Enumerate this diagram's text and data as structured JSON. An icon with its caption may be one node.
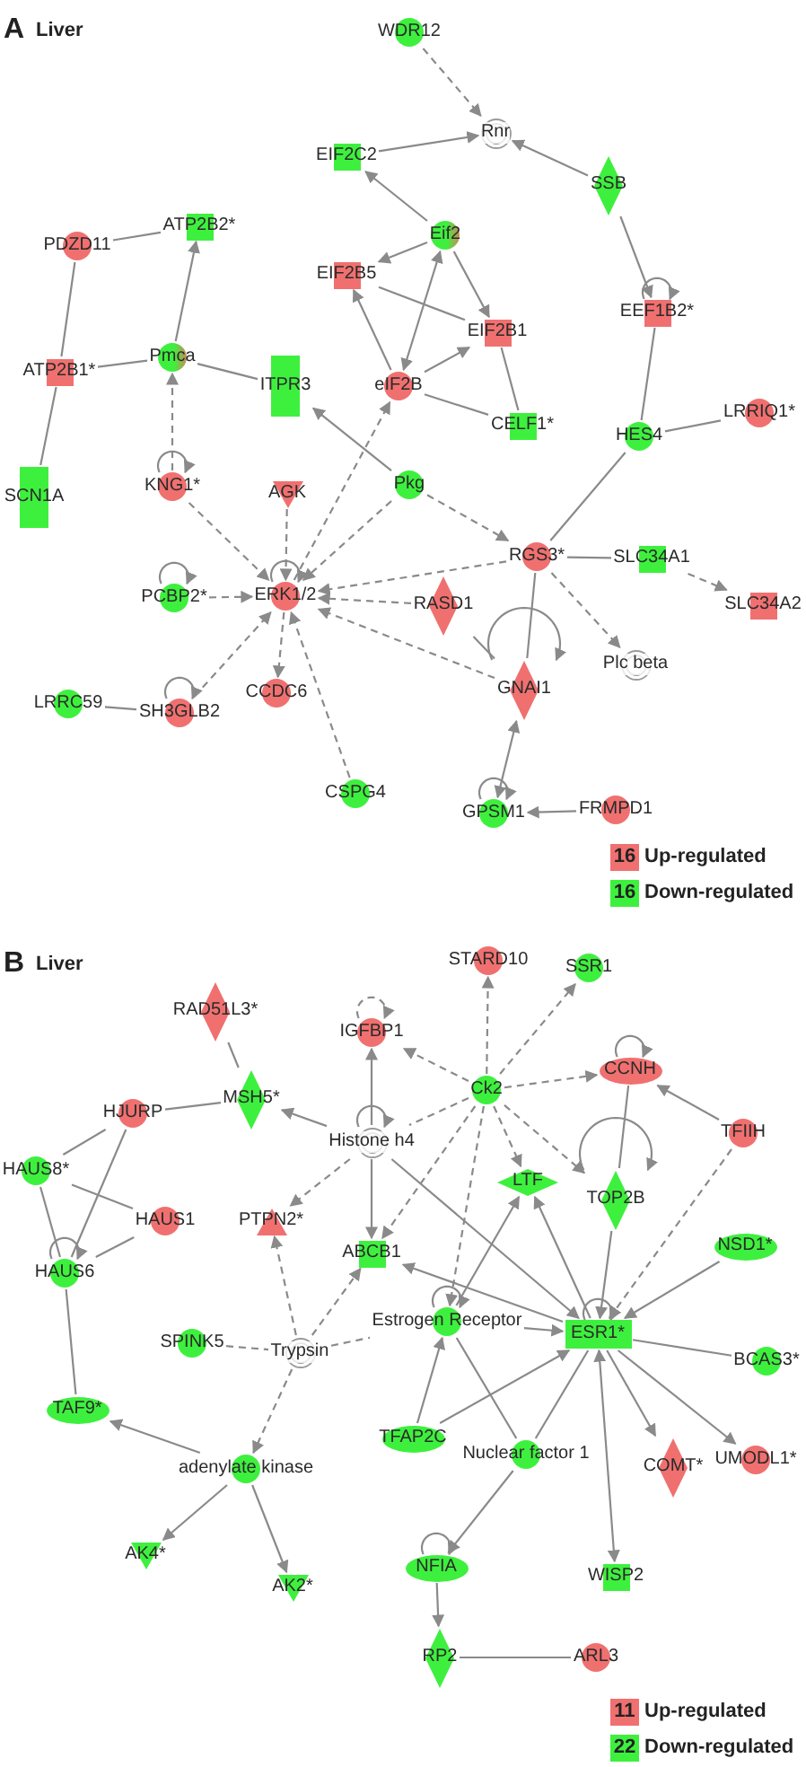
{
  "diagram": {
    "nodes": [
      {
        "text": [
          "WDR12"
        ]
      },
      {
        "text": [
          "Rnr"
        ]
      },
      {
        "text": [
          "EIF2C2"
        ]
      },
      {
        "text": [
          "SSB"
        ]
      },
      {
        "text": [
          "ATP2B2*"
        ]
      },
      {
        "text": [
          "Eif2"
        ]
      },
      {
        "text": [
          "PDZD11"
        ]
      },
      {
        "text": [
          "EIF2B5"
        ]
      },
      {
        "text": [
          "EEF1B2*"
        ]
      },
      {
        "text": [
          "EIF2B1"
        ]
      },
      {
        "text": [
          "Pmca"
        ]
      },
      {
        "text": [
          "ATP2B1*"
        ]
      },
      {
        "text": [
          "eIF2B"
        ]
      },
      {
        "text": [
          "ITPR3"
        ]
      },
      {
        "text": [
          "LRRIQ1*"
        ]
      },
      {
        "text": [
          "CELF1*"
        ]
      },
      {
        "text": [
          "HES4"
        ]
      },
      {
        "text": [
          "Pkg"
        ]
      },
      {
        "text": [
          "KNG1*"
        ]
      },
      {
        "text": [
          "AGK"
        ]
      },
      {
        "text": [
          "SCN1A"
        ]
      },
      {
        "text": [
          "RGS3*"
        ]
      },
      {
        "text": [
          "SLC34A1"
        ]
      },
      {
        "text": [
          "PCBP2*"
        ]
      },
      {
        "text": [
          "ERK1/2"
        ]
      },
      {
        "text": [
          "RASD1"
        ]
      },
      {
        "text": [
          "SLC34A2"
        ]
      },
      {
        "text": [
          "Plc beta"
        ]
      },
      {
        "text": [
          "GNAI1"
        ]
      },
      {
        "text": [
          "CCDC6"
        ]
      },
      {
        "text": [
          "LRRC59"
        ]
      },
      {
        "text": [
          "SH3GLB2"
        ]
      },
      {
        "text": [
          "CSPG4"
        ]
      },
      {
        "text": [
          "FRMPD1"
        ]
      },
      {
        "text": [
          "GPSM1"
        ]
      },
      {
        "text": [
          "STARD10"
        ]
      },
      {
        "text": [
          "SSR1"
        ]
      },
      {
        "text": [
          "RAD51L3*"
        ]
      },
      {
        "text": [
          "IGFBP1"
        ]
      },
      {
        "text": [
          "CCNH"
        ]
      },
      {
        "text": [
          "Ck2"
        ]
      },
      {
        "text": [
          "MSH5*"
        ]
      },
      {
        "text": [
          "HJURP"
        ]
      },
      {
        "text": [
          "TFIIH"
        ]
      },
      {
        "text": [
          "Histone h4"
        ]
      },
      {
        "text": [
          "HAUS8*"
        ]
      },
      {
        "text": [
          "LTF"
        ]
      },
      {
        "text": [
          "TOP2B"
        ]
      },
      {
        "text": [
          "HAUS1"
        ]
      },
      {
        "text": [
          "PTPN2*"
        ]
      },
      {
        "text": [
          "NSD1*"
        ]
      },
      {
        "text": [
          "ABCB1"
        ]
      },
      {
        "text": [
          "HAUS6"
        ]
      },
      {
        "text": [
          "Estrogen Receptor"
        ]
      },
      {
        "text": [
          "ESR1*"
        ]
      },
      {
        "text": [
          "SPINK5"
        ]
      },
      {
        "text": [
          "Trypsin"
        ]
      },
      {
        "text": [
          "BCAS3*"
        ]
      },
      {
        "text": [
          "TAF9*"
        ]
      },
      {
        "text": [
          "TFAP2C"
        ]
      },
      {
        "text": [
          "Nuclear factor 1"
        ]
      },
      {
        "text": [
          "UMODL1*"
        ]
      },
      {
        "text": [
          "COMT*"
        ]
      },
      {
        "text": [
          "adenylate kinase"
        ]
      },
      {
        "text": [
          "AK4*"
        ]
      },
      {
        "text": [
          "NFIA"
        ]
      },
      {
        "text": [
          "WISP2"
        ]
      },
      {
        "text": [
          "AK2*"
        ]
      },
      {
        "text": [
          "RP2"
        ]
      },
      {
        "text": [
          "ARL3"
        ]
      }
    ],
    "edges": [
      {
        "from": 0,
        "to": 1,
        "arrow": "to",
        "style": "dashed"
      },
      {
        "from": 2,
        "to": 1,
        "arrow": "to"
      },
      {
        "from": 3,
        "to": 1,
        "arrow": "to"
      },
      {
        "from": 3,
        "to": 8,
        "arrow": "to"
      },
      {
        "from": 8,
        "to": 8,
        "arrow": "to"
      },
      {
        "from": 8,
        "to": 16,
        "arrow": "none"
      },
      {
        "from": 16,
        "to": 14,
        "arrow": "none"
      },
      {
        "from": 16,
        "to": 21,
        "arrow": "none"
      },
      {
        "from": 5,
        "to": 2,
        "arrow": "to"
      },
      {
        "from": 5,
        "to": 7,
        "arrow": "to"
      },
      {
        "from": 7,
        "to": 9,
        "arrow": "none"
      },
      {
        "from": 5,
        "to": 9,
        "arrow": "to"
      },
      {
        "from": 12,
        "to": 5,
        "arrow": "both"
      },
      {
        "from": 12,
        "to": 9,
        "arrow": "to"
      },
      {
        "from": 12,
        "to": 7,
        "arrow": "to"
      },
      {
        "from": 12,
        "to": 15,
        "arrow": "none"
      },
      {
        "from": 9,
        "to": 15,
        "arrow": "none"
      },
      {
        "from": 6,
        "to": 4,
        "arrow": "none"
      },
      {
        "from": 6,
        "to": 11,
        "arrow": "none"
      },
      {
        "from": 10,
        "to": 4,
        "arrow": "to"
      },
      {
        "from": 11,
        "to": 10,
        "arrow": "none"
      },
      {
        "from": 10,
        "to": 13,
        "arrow": "none"
      },
      {
        "from": 11,
        "to": 20,
        "arrow": "none"
      },
      {
        "from": 17,
        "to": 13,
        "arrow": "to"
      },
      {
        "from": 24,
        "to": 12,
        "arrow": "to",
        "style": "dashed"
      },
      {
        "from": 18,
        "to": 10,
        "arrow": "to",
        "style": "dashed"
      },
      {
        "from": 18,
        "to": 18,
        "arrow": "to"
      },
      {
        "from": 18,
        "to": 24,
        "arrow": "to",
        "style": "dashed"
      },
      {
        "from": 19,
        "to": 24,
        "arrow": "to",
        "style": "dashed"
      },
      {
        "from": 17,
        "to": 24,
        "arrow": "to",
        "style": "dashed"
      },
      {
        "from": 17,
        "to": 21,
        "arrow": "to",
        "style": "dashed"
      },
      {
        "from": 21,
        "to": 24,
        "arrow": "to",
        "style": "dashed"
      },
      {
        "from": 22,
        "to": 21,
        "arrow": "none"
      },
      {
        "from": 22,
        "to": 26,
        "arrow": "to",
        "style": "dashed"
      },
      {
        "from": 21,
        "to": 27,
        "arrow": "to",
        "style": "dashed"
      },
      {
        "from": 21,
        "to": 28,
        "arrow": "none"
      },
      {
        "from": 25,
        "to": 24,
        "arrow": "to",
        "style": "dashed"
      },
      {
        "from": 25,
        "to": 28,
        "arrow": "none"
      },
      {
        "from": 28,
        "to": 24,
        "arrow": "to",
        "style": "dashed"
      },
      {
        "from": 28,
        "to": 28,
        "arrow": "to"
      },
      {
        "from": 28,
        "to": 34,
        "arrow": "both"
      },
      {
        "from": 34,
        "to": 34,
        "arrow": "to"
      },
      {
        "from": 33,
        "to": 34,
        "arrow": "to"
      },
      {
        "from": 23,
        "to": 24,
        "arrow": "to",
        "style": "dashed"
      },
      {
        "from": 23,
        "to": 23,
        "arrow": "to"
      },
      {
        "from": 31,
        "to": 24,
        "arrow": "to",
        "style": "dashed"
      },
      {
        "from": 31,
        "to": 31,
        "arrow": "to"
      },
      {
        "from": 30,
        "to": 31,
        "arrow": "none"
      },
      {
        "from": 24,
        "to": 29,
        "arrow": "to",
        "style": "dashed"
      },
      {
        "from": 32,
        "to": 24,
        "arrow": "to",
        "style": "dashed"
      },
      {
        "from": 24,
        "to": 24,
        "arrow": "to"
      },
      {
        "from": 37,
        "to": 41,
        "arrow": "none"
      },
      {
        "from": 42,
        "to": 41,
        "arrow": "none"
      },
      {
        "from": 44,
        "to": 41,
        "arrow": "to"
      },
      {
        "from": 44,
        "to": 38,
        "arrow": "to"
      },
      {
        "from": 38,
        "to": 38,
        "arrow": "to",
        "style": "dashed"
      },
      {
        "from": 40,
        "to": 38,
        "arrow": "to",
        "style": "dashed"
      },
      {
        "from": 40,
        "to": 35,
        "arrow": "to",
        "style": "dashed"
      },
      {
        "from": 40,
        "to": 36,
        "arrow": "to",
        "style": "dashed"
      },
      {
        "from": 40,
        "to": 39,
        "arrow": "to",
        "style": "dashed"
      },
      {
        "from": 39,
        "to": 39,
        "arrow": "to"
      },
      {
        "from": 43,
        "to": 39,
        "arrow": "to"
      },
      {
        "from": 39,
        "to": 47,
        "arrow": "none"
      },
      {
        "from": 47,
        "to": 47,
        "arrow": "to"
      },
      {
        "from": 40,
        "to": 47,
        "arrow": "to",
        "style": "dashed"
      },
      {
        "from": 40,
        "to": 46,
        "arrow": "to",
        "style": "dashed"
      },
      {
        "from": 40,
        "to": 44,
        "arrow": "none",
        "style": "dashed"
      },
      {
        "from": 40,
        "to": 51,
        "arrow": "to",
        "style": "dashed"
      },
      {
        "from": 40,
        "to": 53,
        "arrow": "to",
        "style": "dashed"
      },
      {
        "from": 44,
        "to": 49,
        "arrow": "to",
        "style": "dashed"
      },
      {
        "from": 44,
        "to": 51,
        "arrow": "to"
      },
      {
        "from": 44,
        "to": 44,
        "arrow": "to"
      },
      {
        "from": 44,
        "to": 54,
        "arrow": "to"
      },
      {
        "from": 54,
        "to": 51,
        "arrow": "to"
      },
      {
        "from": 53,
        "to": 54,
        "arrow": "to"
      },
      {
        "from": 53,
        "to": 53,
        "arrow": "to"
      },
      {
        "from": 53,
        "to": 46,
        "arrow": "to"
      },
      {
        "from": 54,
        "to": 46,
        "arrow": "to"
      },
      {
        "from": 43,
        "to": 54,
        "arrow": "to",
        "style": "dashed"
      },
      {
        "from": 47,
        "to": 54,
        "arrow": "to"
      },
      {
        "from": 50,
        "to": 54,
        "arrow": "to"
      },
      {
        "from": 54,
        "to": 54,
        "arrow": "to"
      },
      {
        "from": 54,
        "to": 57,
        "arrow": "none"
      },
      {
        "from": 54,
        "to": 62,
        "arrow": "to"
      },
      {
        "from": 54,
        "to": 61,
        "arrow": "to"
      },
      {
        "from": 54,
        "to": 66,
        "arrow": "both"
      },
      {
        "from": 59,
        "to": 54,
        "arrow": "to"
      },
      {
        "from": 59,
        "to": 53,
        "arrow": "to"
      },
      {
        "from": 60,
        "to": 53,
        "arrow": "none"
      },
      {
        "from": 60,
        "to": 54,
        "arrow": "none"
      },
      {
        "from": 60,
        "to": 65,
        "arrow": "to"
      },
      {
        "from": 65,
        "to": 65,
        "arrow": "to"
      },
      {
        "from": 65,
        "to": 68,
        "arrow": "to"
      },
      {
        "from": 68,
        "to": 69,
        "arrow": "none"
      },
      {
        "from": 63,
        "to": 58,
        "arrow": "to"
      },
      {
        "from": 63,
        "to": 64,
        "arrow": "to"
      },
      {
        "from": 63,
        "to": 67,
        "arrow": "to"
      },
      {
        "from": 56,
        "to": 63,
        "arrow": "to",
        "style": "dashed"
      },
      {
        "from": 55,
        "to": 56,
        "arrow": "none",
        "style": "dashed"
      },
      {
        "from": 56,
        "to": 53,
        "arrow": "none",
        "style": "dashed"
      },
      {
        "from": 56,
        "to": 49,
        "arrow": "to",
        "style": "dashed"
      },
      {
        "from": 56,
        "to": 51,
        "arrow": "to",
        "style": "dashed"
      },
      {
        "from": 52,
        "to": 58,
        "arrow": "none"
      },
      {
        "from": 45,
        "to": 42,
        "arrow": "none"
      },
      {
        "from": 45,
        "to": 48,
        "arrow": "none"
      },
      {
        "from": 45,
        "to": 52,
        "arrow": "none"
      },
      {
        "from": 42,
        "to": 52,
        "arrow": "none"
      },
      {
        "from": 48,
        "to": 52,
        "arrow": "none"
      },
      {
        "from": 52,
        "to": 52,
        "arrow": "to"
      }
    ],
    "labels": [
      "A",
      "Liver",
      "16",
      "16",
      "B",
      "Liver",
      "11",
      "22"
    ],
    "legend": [
      {
        "text": "Up-regulated",
        "color": "#f07070"
      },
      {
        "text": "Down-regulated",
        "color": "#3ef03e"
      },
      {
        "text": "Up-regulated",
        "color": "#f07070"
      },
      {
        "text": "Down-regulated",
        "color": "#3ef03e"
      }
    ]
  }
}
